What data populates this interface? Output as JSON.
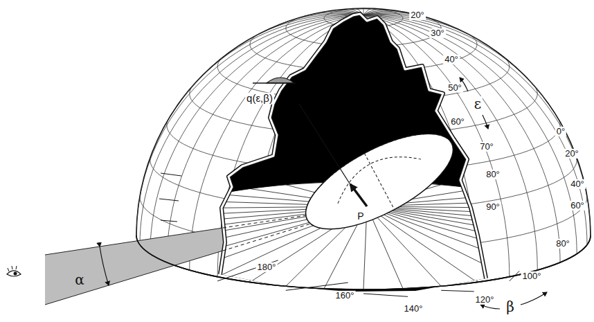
{
  "diagram": {
    "labels": [
      "20°",
      "30°",
      "40°",
      "50°",
      "ε",
      "60°",
      "70°",
      "80°",
      "90°",
      "0°",
      "20°",
      "40°",
      "60°",
      "80°",
      "100°",
      "120°",
      "140°",
      "160°",
      "180°",
      "β",
      "α",
      "q(ε,β)",
      "P"
    ]
  }
}
